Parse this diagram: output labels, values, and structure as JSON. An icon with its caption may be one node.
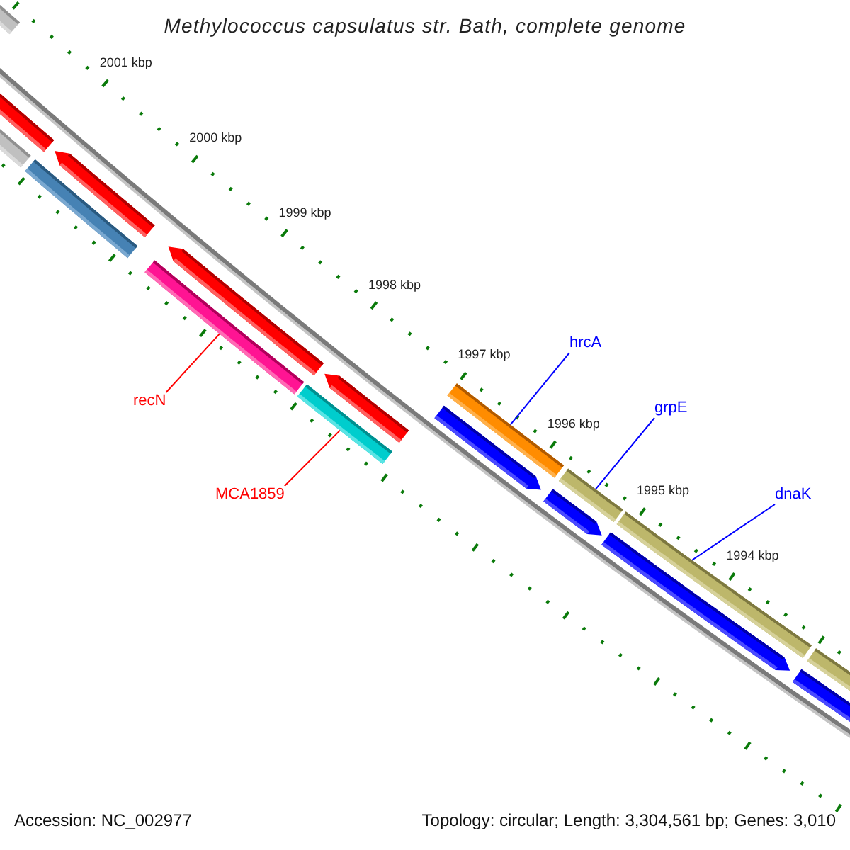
{
  "diagram": {
    "title": "Methylococcus capsulatus str. Bath, complete genome",
    "nodes": [
      {
        "text": [
          "hrcA"
        ]
      },
      {
        "text": [
          "recN"
        ]
      },
      {
        "text": [
          "grpE"
        ]
      },
      {
        "text": [
          "MCA1859"
        ]
      },
      {
        "text": [
          "dnaK"
        ]
      },
      {
        "text": [],
        "shape": "bar"
      },
      {
        "text": [],
        "shape": "bar"
      },
      {
        "text": [],
        "shape": "bar"
      },
      {
        "text": [],
        "shape": "bar"
      },
      {
        "text": [],
        "shape": "bar"
      }
    ],
    "edges": [
      {
        "from": 0,
        "to": 7,
        "arrow": "none"
      },
      {
        "from": 1,
        "to": 5,
        "arrow": "none",
        "color": "#ff0000"
      },
      {
        "from": 2,
        "to": 8,
        "arrow": "none"
      },
      {
        "from": 3,
        "to": 6,
        "arrow": "none",
        "color": "#ff0000"
      },
      {
        "from": 4,
        "to": 9,
        "arrow": "none"
      }
    ],
    "labels": [
      "2001 kbp",
      "2000 kbp",
      "1999 kbp",
      "1998 kbp",
      "1997 kbp",
      "1996 kbp",
      "1995 kbp",
      "1994 kbp",
      "Accession: NC_002977",
      "Topology: circular; Length: 3,304,561 bp; Genes: 3,010"
    ]
  }
}
